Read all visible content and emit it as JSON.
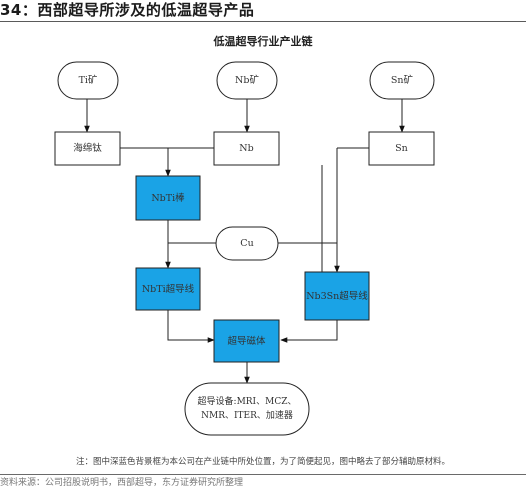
{
  "header": {
    "figure_title": "34：西部超导所涉及的低温超导产品"
  },
  "diagram": {
    "title": "低温超导行业产业链",
    "nodes": {
      "ti_ore": "Ti矿",
      "nb_ore": "Nb矿",
      "sn_ore": "Sn矿",
      "sponge_ti": "海绵钛",
      "nb": "Nb",
      "sn": "Sn",
      "nbti_rod": "NbTi棒",
      "cu": "Cu",
      "nbti_wire": "NbTi超导线",
      "nb3sn_wire": "Nb3Sn超导线",
      "magnet": "超导磁体",
      "equipment": "超导设备:MRI、MCZ、NMR、ITER、加速器"
    },
    "highlight_color": "#1aa3e6",
    "note": "注：图中深蓝色背景框为本公司在产业链中所处位置，为了简便起见，图中略去了部分辅助原材料。"
  },
  "footer": {
    "source_text": "资料来源：公司招股说明书，西部超导，东方证券研究所整理"
  }
}
